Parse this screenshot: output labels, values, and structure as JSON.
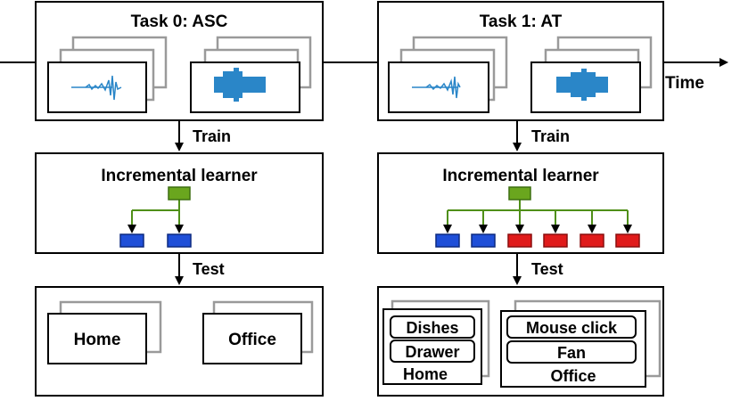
{
  "time_label": "Time",
  "tasks": [
    {
      "title": "Task 0: ASC",
      "train_label": "Train",
      "test_label": "Test",
      "learner_label": "Incremental learner",
      "heads": [
        "blue",
        "blue"
      ],
      "outputs": [
        {
          "label": "Home",
          "tags": []
        },
        {
          "label": "Office",
          "tags": []
        }
      ]
    },
    {
      "title": "Task 1: AT",
      "train_label": "Train",
      "test_label": "Test",
      "learner_label": "Incremental learner",
      "heads": [
        "blue",
        "blue",
        "red",
        "red",
        "red",
        "red"
      ],
      "outputs": [
        {
          "label": "Home",
          "tags": [
            "Dishes",
            "Drawer"
          ]
        },
        {
          "label": "Office",
          "tags": [
            "Mouse click",
            "Fan"
          ]
        }
      ]
    }
  ],
  "colors": {
    "root_node": "#6aa61e",
    "old_head": "#1f4fd8",
    "new_head": "#e01b1b",
    "stack_gray": "#9a9a9a",
    "waveform": "#2a86c8",
    "box_border": "#000000"
  }
}
